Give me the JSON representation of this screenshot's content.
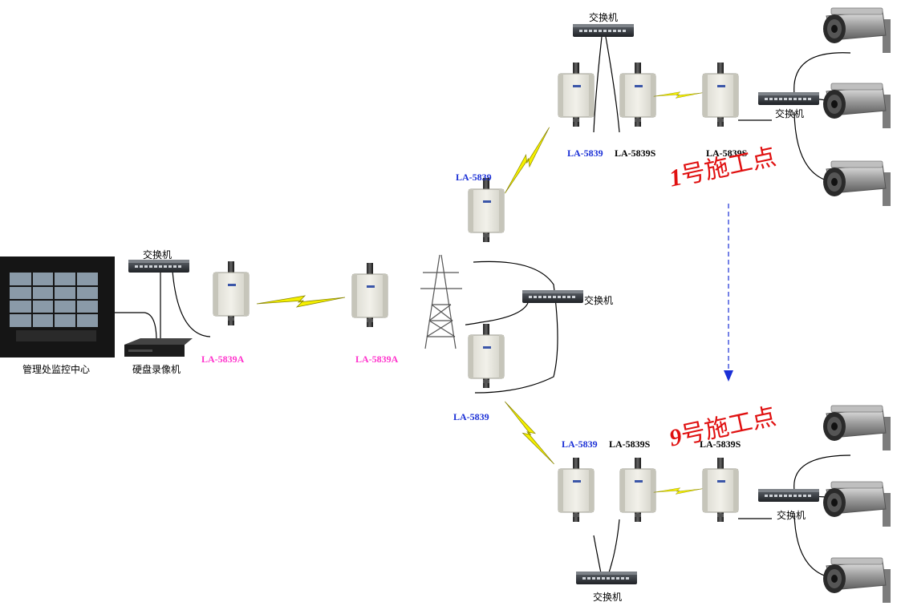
{
  "labels": {
    "monitor_center": "管理处监控中心",
    "dvr": "硬盘录像机",
    "switch": "交换机",
    "la5839a": "LA-5839A",
    "la5839": "LA-5839",
    "la5839s": "LA-5839S"
  },
  "sites": {
    "site1_num": "1",
    "site1_text": "号施工点",
    "site9_num": "9",
    "site9_text": "号施工点"
  },
  "colors": {
    "model_a": "#ff33cc",
    "model_master": "#1a2fd6",
    "model_slave": "#000000",
    "site_text": "#e01010",
    "wireless_bolt": "#f5f000",
    "arrow": "#1a2fd6"
  }
}
